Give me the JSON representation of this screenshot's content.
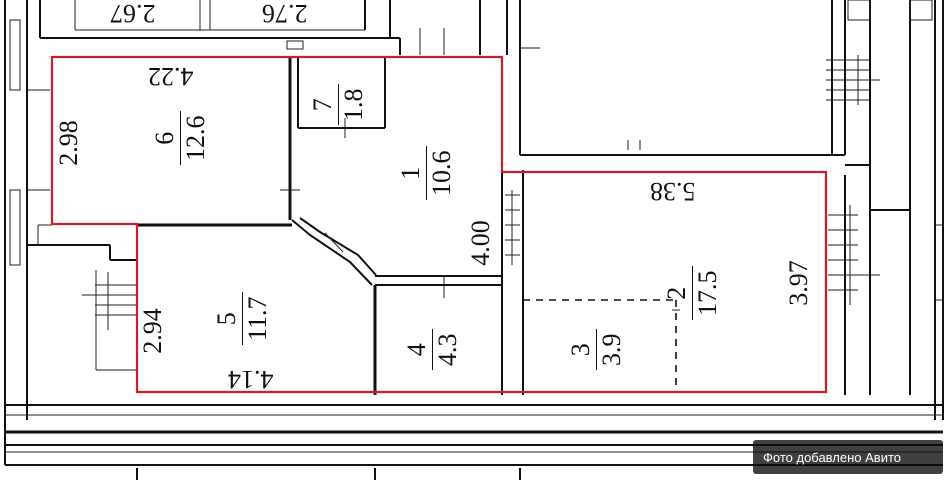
{
  "rooms": [
    {
      "number": "6",
      "area": "12.6"
    },
    {
      "number": "7",
      "area": "1.8"
    },
    {
      "number": "1",
      "area": "10.6"
    },
    {
      "number": "5",
      "area": "11.7"
    },
    {
      "number": "4",
      "area": "4.3"
    },
    {
      "number": "3",
      "area": "3.9"
    },
    {
      "number": "2",
      "area": "17.5"
    }
  ],
  "dimensions": {
    "top_left": "2.67",
    "top_mid": "2.76",
    "room6_top": "4.22",
    "room6_left": "2.98",
    "room1_right": "4.00",
    "room2_top": "5.38",
    "room2_right": "3.97",
    "room5_left": "2.94",
    "room5_bottom": "4.14"
  },
  "watermark": {
    "text": "Фото добавлено Авито"
  }
}
